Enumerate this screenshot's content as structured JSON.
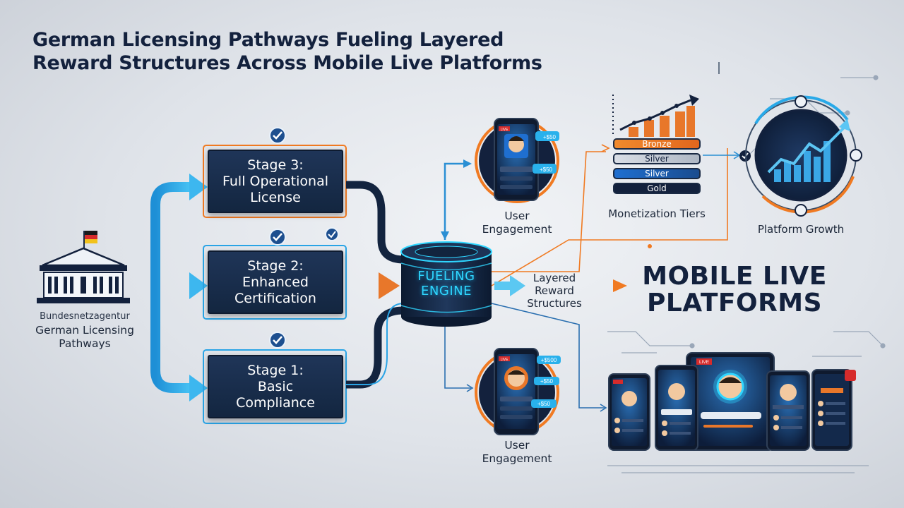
{
  "title": {
    "line1": "German Licensing Pathways Fueling Layered",
    "line2": "Reward Structures Across Mobile Live Platforms"
  },
  "source": {
    "agency": "Bundesnetzagentur",
    "label_line1": "German Licensing",
    "label_line2": "Pathways",
    "icon": "government-building-icon",
    "flag_colors": [
      "#1a1a1a",
      "#d62b2b",
      "#f2c21b"
    ]
  },
  "stages": [
    {
      "line1": "Stage 3:",
      "line2": "Full Operational",
      "line3": "License"
    },
    {
      "line1": "Stage 2:",
      "line2": "Enhanced",
      "line3": "Certification"
    },
    {
      "line1": "Stage 1:",
      "line2": "Basic",
      "line3": "Compliance"
    }
  ],
  "engine": {
    "line1": "FUELING",
    "line2": "ENGINE"
  },
  "layered": {
    "line1": "Layered",
    "line2": "Reward",
    "line3": "Structures"
  },
  "user_engagement_top": {
    "line1": "User",
    "line2": "Engagement"
  },
  "user_engagement_bottom": {
    "line1": "User",
    "line2": "Engagement"
  },
  "phone_top": {
    "live": "LIVE",
    "badge1": "+$50",
    "badge2": "+$50"
  },
  "phone_bottom": {
    "live": "LIVE",
    "badge1": "+$500",
    "badge2": "+$50",
    "badge3": "+$50"
  },
  "tiers": {
    "label": "Monetization Tiers",
    "items": [
      "Bronze",
      "Silver",
      "Silver",
      "Gold"
    ]
  },
  "growth": {
    "label": "Platform Growth"
  },
  "mobile": {
    "line1": "MOBILE LIVE",
    "line2": "PLATFORMS"
  },
  "devices": {
    "live": "LIVE"
  },
  "colors": {
    "navy": "#13213d",
    "blue_arrow": "#29a9e8",
    "orange": "#f07a22",
    "cyan_glow": "#2fd6ff",
    "check_blue": "#1d4f8f"
  }
}
